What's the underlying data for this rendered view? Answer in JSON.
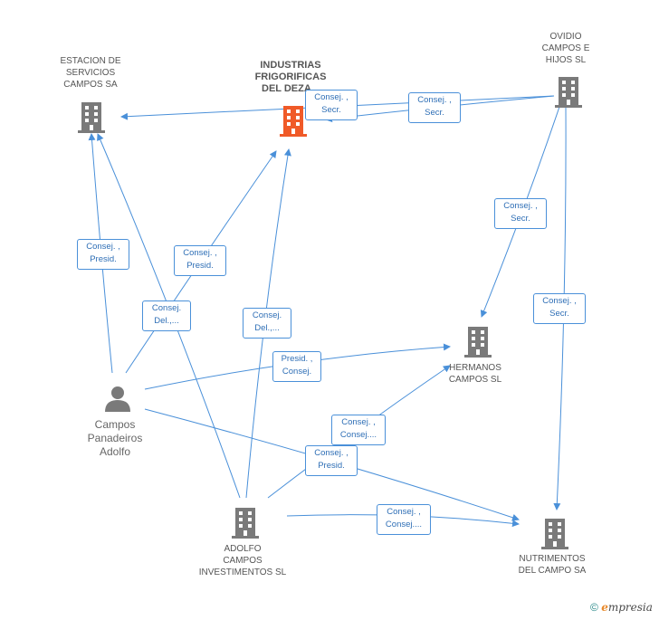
{
  "nodes": {
    "estacion": {
      "lines": [
        "ESTACION DE",
        "SERVICIOS",
        "CAMPOS SA"
      ],
      "type": "company"
    },
    "industrias": {
      "lines": [
        "INDUSTRIAS",
        "FRIGORIFICAS",
        "DEL DEZA..."
      ],
      "type": "company-main"
    },
    "ovidio": {
      "lines": [
        "OVIDIO",
        "CAMPOS E",
        "HIJOS SL"
      ],
      "type": "company"
    },
    "hermanos": {
      "lines": [
        "HERMANOS",
        "CAMPOS SL"
      ],
      "type": "company"
    },
    "campos_person": {
      "lines": [
        "Campos",
        "Panadeiros",
        "Adolfo"
      ],
      "type": "person"
    },
    "adolfo_inv": {
      "lines": [
        "ADOLFO",
        "CAMPOS",
        "INVESTIMENTOS SL"
      ],
      "type": "company"
    },
    "nutrimentos": {
      "lines": [
        "NUTRIMENTOS",
        "DEL CAMPO SA"
      ],
      "type": "company"
    }
  },
  "edge_labels": {
    "e1": [
      "Consej. ,",
      "Secr."
    ],
    "e2": [
      "Consej. ,",
      "Secr."
    ],
    "e3": [
      "Consej. ,",
      "Secr."
    ],
    "e4": [
      "Consej. ,",
      "Secr."
    ],
    "e5": [
      "Consej. ,",
      "Presid."
    ],
    "e6": [
      "Consej. ,",
      "Presid."
    ],
    "e7": [
      "Consej.",
      "Del.,..."
    ],
    "e8": [
      "Consej.",
      "Del.,..."
    ],
    "e9": [
      "Presid. ,",
      "Consej."
    ],
    "e10": [
      "Consej. ,",
      "Consej...."
    ],
    "e11": [
      "Consej. ,",
      "Presid."
    ],
    "e12": [
      "Consej. ,",
      "Consej...."
    ]
  },
  "colors": {
    "edge": "#4a90d9",
    "icon_gray": "#7a7a7a",
    "icon_main": "#f05a28"
  },
  "footer": {
    "copyright": "©",
    "brand_e": "e",
    "brand_rest": "mpresia"
  }
}
